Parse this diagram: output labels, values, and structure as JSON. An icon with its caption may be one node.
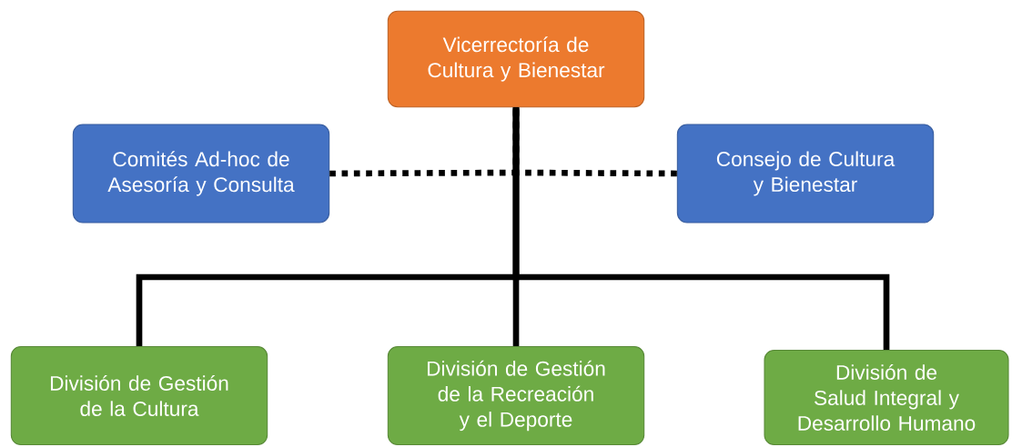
{
  "diagram": {
    "nodes": [
      {
        "text": [
          "Vicerrectoría de Cultura y Bienestar"
        ]
      },
      {
        "text": [
          "Comités Ad-hoc de Asesoría y Consulta"
        ]
      },
      {
        "text": [
          "Consejo de Cultura y Bienestar"
        ]
      },
      {
        "text": [
          "División de Gestión de la Cultura"
        ]
      },
      {
        "text": [
          "División de Gestión de la Recreación y el Deporte"
        ]
      },
      {
        "text": [
          "División de Salud Integral y Desarrollo Humano"
        ]
      }
    ],
    "edges": [
      {
        "from": 1,
        "to": 0,
        "arrow": "none",
        "style": "dashed"
      },
      {
        "from": 2,
        "to": 0,
        "arrow": "none",
        "style": "dashed"
      },
      {
        "from": 0,
        "to": 3,
        "arrow": "none"
      },
      {
        "from": 0,
        "to": 4,
        "arrow": "none"
      },
      {
        "from": 0,
        "to": 5,
        "arrow": "none"
      }
    ]
  }
}
